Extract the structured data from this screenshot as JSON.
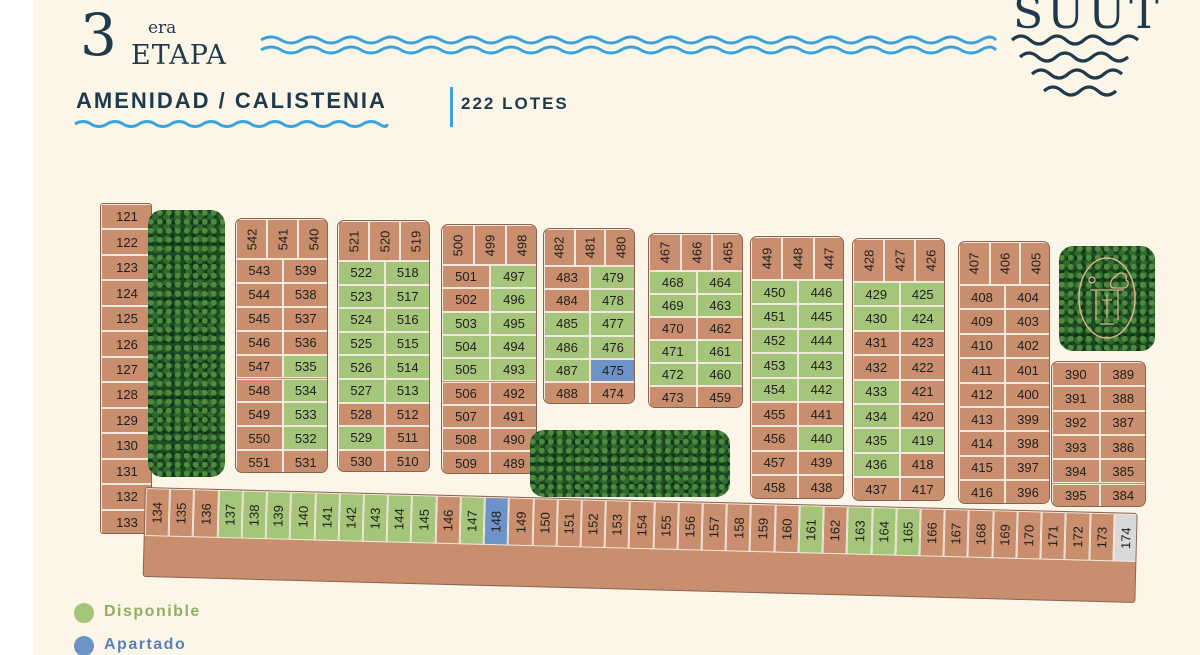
{
  "header": {
    "title_number": "3",
    "title_suffix": "era",
    "title_word": "ETAPA",
    "subtitle": "AMENIDAD / CALISTENIA",
    "lots_count": "222 LOTES",
    "brand": "SUUT"
  },
  "legend": [
    {
      "label": "Disponible",
      "color": "#a5c57a"
    },
    {
      "label": "Apartado",
      "color": "#6d93c8"
    }
  ],
  "colors": {
    "vendido": "#c98e6e",
    "disponible": "#a5c57a",
    "apartado": "#6d93c8",
    "sin_estatus": "#d9d9d9",
    "accent_blue": "#3aa3dc",
    "navy": "#1e3a4c",
    "trees": "#1d4a23"
  },
  "amenity_icon": "calisthenics-icon",
  "lots": {
    "west_column": [
      "121",
      "122",
      "123",
      "124",
      "125",
      "126",
      "127",
      "128",
      "129",
      "130",
      "131",
      "132",
      "133"
    ],
    "block_a": {
      "top": [
        "542",
        "541",
        "540"
      ],
      "rows": [
        [
          "543",
          "539"
        ],
        [
          "544",
          "538"
        ],
        [
          "545",
          "537"
        ],
        [
          "546",
          "536"
        ],
        [
          "547",
          "535"
        ],
        [
          "548",
          "534"
        ],
        [
          "549",
          "533"
        ],
        [
          "550",
          "532"
        ],
        [
          "551",
          "531"
        ]
      ]
    },
    "block_b": {
      "top": [
        "521",
        "520",
        "519"
      ],
      "rows": [
        [
          "522",
          "518"
        ],
        [
          "523",
          "517"
        ],
        [
          "524",
          "516"
        ],
        [
          "525",
          "515"
        ],
        [
          "526",
          "514"
        ],
        [
          "527",
          "513"
        ],
        [
          "528",
          "512"
        ],
        [
          "529",
          "511"
        ],
        [
          "530",
          "510"
        ]
      ]
    },
    "block_c": {
      "top": [
        "500",
        "499",
        "498"
      ],
      "rows": [
        [
          "501",
          "497"
        ],
        [
          "502",
          "496"
        ],
        [
          "503",
          "495"
        ],
        [
          "504",
          "494"
        ],
        [
          "505",
          "493"
        ],
        [
          "506",
          "492"
        ],
        [
          "507",
          "491"
        ],
        [
          "508",
          "490"
        ],
        [
          "509",
          "489"
        ]
      ]
    },
    "block_d": {
      "top": [
        "482",
        "481",
        "480"
      ],
      "rows": [
        [
          "483",
          "479"
        ],
        [
          "484",
          "478"
        ],
        [
          "485",
          "477"
        ],
        [
          "486",
          "476"
        ],
        [
          "487",
          "475"
        ],
        [
          "488",
          "474"
        ]
      ]
    },
    "block_e": {
      "top": [
        "467",
        "466",
        "465"
      ],
      "rows": [
        [
          "468",
          "464"
        ],
        [
          "469",
          "463"
        ],
        [
          "470",
          "462"
        ],
        [
          "471",
          "461"
        ],
        [
          "472",
          "460"
        ],
        [
          "473",
          "459"
        ]
      ]
    },
    "block_f": {
      "top": [
        "449",
        "448",
        "447"
      ],
      "rows": [
        [
          "450",
          "446"
        ],
        [
          "451",
          "445"
        ],
        [
          "452",
          "444"
        ],
        [
          "453",
          "443"
        ],
        [
          "454",
          "442"
        ],
        [
          "455",
          "441"
        ],
        [
          "456",
          "440"
        ],
        [
          "457",
          "439"
        ],
        [
          "458",
          "438"
        ]
      ]
    },
    "block_g": {
      "top": [
        "428",
        "427",
        "426"
      ],
      "rows": [
        [
          "429",
          "425"
        ],
        [
          "430",
          "424"
        ],
        [
          "431",
          "423"
        ],
        [
          "432",
          "422"
        ],
        [
          "433",
          "421"
        ],
        [
          "434",
          "420"
        ],
        [
          "435",
          "419"
        ],
        [
          "436",
          "418"
        ],
        [
          "437",
          "417"
        ]
      ]
    },
    "block_h": {
      "top": [
        "407",
        "406",
        "405"
      ],
      "rows": [
        [
          "408",
          "404"
        ],
        [
          "409",
          "403"
        ],
        [
          "410",
          "402"
        ],
        [
          "411",
          "401"
        ],
        [
          "412",
          "400"
        ],
        [
          "413",
          "399"
        ],
        [
          "414",
          "398"
        ],
        [
          "415",
          "397"
        ],
        [
          "416",
          "396"
        ]
      ]
    },
    "block_i": {
      "rows": [
        [
          "390",
          "389"
        ],
        [
          "391",
          "388"
        ],
        [
          "392",
          "387"
        ],
        [
          "393",
          "386"
        ],
        [
          "394",
          "385"
        ],
        [
          "395",
          "384"
        ]
      ]
    },
    "south_row": [
      "134",
      "135",
      "136",
      "137",
      "138",
      "139",
      "140",
      "141",
      "142",
      "143",
      "144",
      "145",
      "146",
      "147",
      "148",
      "149",
      "150",
      "151",
      "152",
      "153",
      "154",
      "155",
      "156",
      "157",
      "158",
      "159",
      "160",
      "161",
      "162",
      "163",
      "164",
      "165",
      "166",
      "167",
      "168",
      "169",
      "170",
      "171",
      "172",
      "173",
      "174"
    ]
  },
  "status": {
    "disponible": [
      "535",
      "534",
      "533",
      "532",
      "522",
      "518",
      "523",
      "517",
      "524",
      "516",
      "525",
      "515",
      "526",
      "514",
      "527",
      "513",
      "529",
      "497",
      "496",
      "503",
      "495",
      "504",
      "494",
      "505",
      "493",
      "479",
      "478",
      "485",
      "477",
      "486",
      "476",
      "487",
      "468",
      "464",
      "469",
      "463",
      "471",
      "461",
      "472",
      "460",
      "450",
      "446",
      "451",
      "445",
      "452",
      "444",
      "453",
      "443",
      "454",
      "442",
      "440",
      "429",
      "425",
      "430",
      "424",
      "433",
      "434",
      "435",
      "419",
      "436",
      "137",
      "138",
      "139",
      "140",
      "141",
      "142",
      "143",
      "144",
      "145",
      "147",
      "161",
      "163",
      "164",
      "165"
    ],
    "apartado": [
      "475",
      "148"
    ],
    "sin_estatus": [
      "174"
    ]
  }
}
